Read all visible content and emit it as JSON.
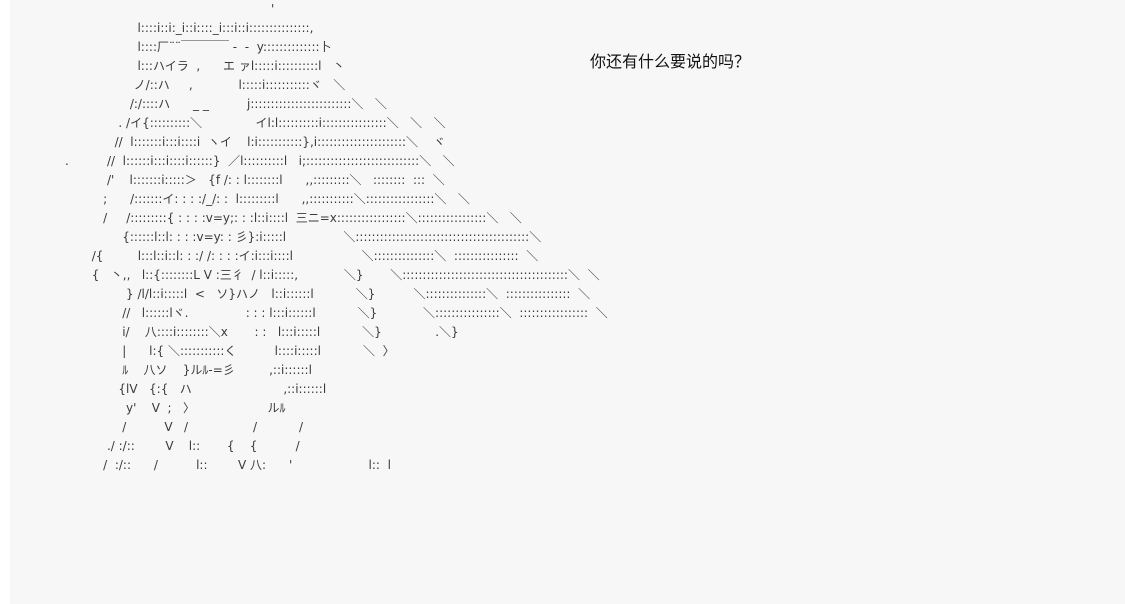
{
  "dialogue": "你还有什么要说的吗？",
  "ascii_art": [
    "                                                      '",
    "                   l::::i::i:_i::i::::_i:::i::i:::::::::::::::,",
    "                   l::::厂¨¨￣￣￣￣ -  -  y::::::::::::::卜",
    "                   l:::ハイラ  ,      エ ァl:::::i::::::::::l   丶",
    "                  ノ/::ハ     ,            l:::::i:::::::::::ヾ   ＼",
    "                 /:/::::ハ      _ _          j:::::::::::::::::::::::::＼   ＼",
    "              . /イ{::::::::::＼              イl:l::::::::::i::::::::::::::::＼   ＼   ＼",
    "             //  l:::::::i:::i::::i  ヽイ    l:i:::::::::::},i::::::::::::::::::::::＼    ヾ",
    ".          //  l::::::i:::i::::i::::::}  ／l::::::::::l   i;::::::::::::::::::::::::::::＼   ＼",
    "           /'    l:::::::i:::::＞   {f /: : l::::::::l      ,,:::::::::＼   ::::::::  :::  ＼",
    "          ;      /:::::::イ: : : :/_/: :  l:::::::::l      ,,:::::::::::＼:::::::::::::::::＼   ＼",
    "          /     /:::::::::{ : : : :v=y;: : :l::i::::l  三ニ=x:::::::::::::::::＼:::::::::::::::::＼   ＼",
    "               {::::::l::l: : : :v=y: : 彡}:i:::::l               ＼:::::::::::::::::::::::::::::::::::::::::::＼",
    "       /{         l:::l::i::l: : :/ /: : : :イ:i:::i::::l                  ＼:::::::::::::::＼  ::::::::::::::::  ＼",
    "       {   丶,,   l::{::::::::L V :三彳  / l::i:::::,            ＼}       ＼:::::::::::::::::::::::::::::::::::::::::＼  ＼",
    "                } /l/l::i:::::l  <   ソ}ハノ   l::i::::::l           ＼}          ＼:::::::::::::::＼  ::::::::::::::::  ＼",
    "               //   l::::::lヾ.               : : : l:::i::::::l           ＼}            ＼::::::::::::::::＼  :::::::::::::::::  ＼",
    "               i/    八::::i::::::::＼x       : :   l:::i:::::l           ＼}              .＼}",
    "               |      l:{ ＼:::::::::::く          l::::i:::::l           ＼  〉",
    "               ﾙ    八ソ    }ルﾙ-=彡         ,::i::::::l",
    "              {lV   {:{   ハ                        ,::i::::::l",
    "                y'    V  ;   〉                   ルﾙ",
    "               /          V   /                 /           /",
    "           ./ :/::        V    l::       {    {          /",
    "          /  :/::      /          l::        V 八:      '                    l::  l"
  ]
}
